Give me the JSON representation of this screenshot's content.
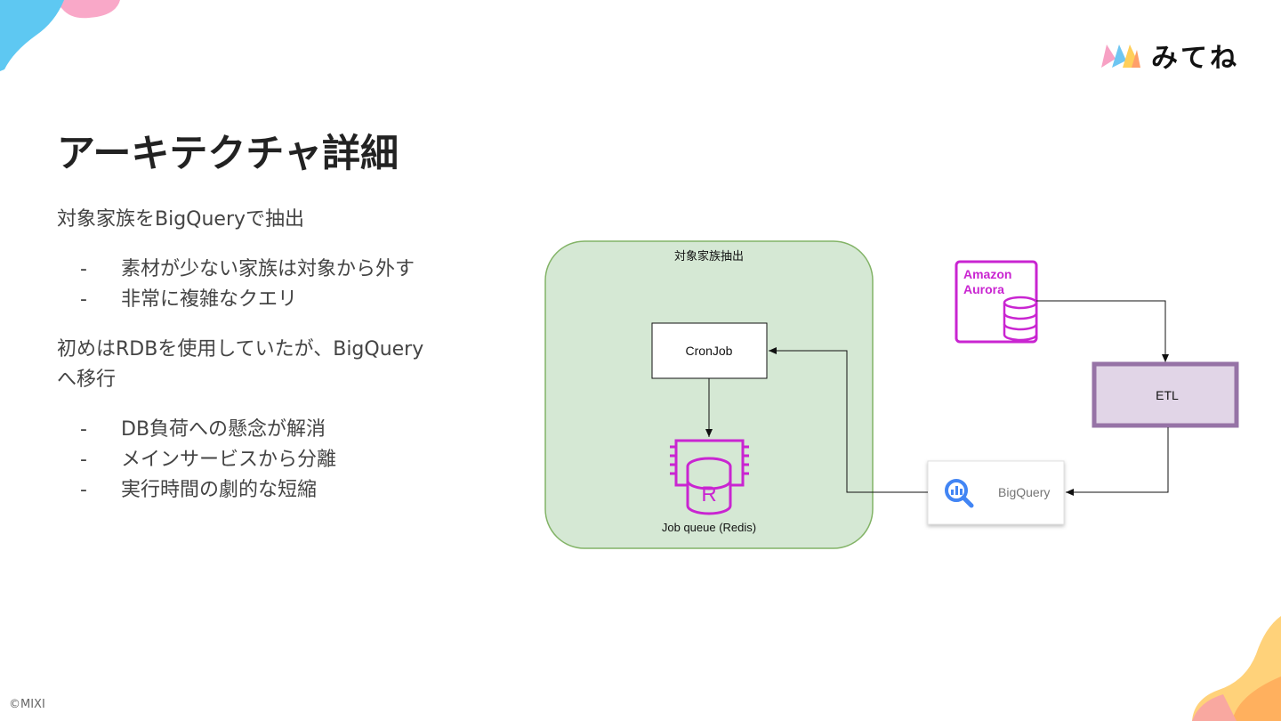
{
  "brand": {
    "logo_text": "みてね"
  },
  "slide": {
    "title": "アーキテクチャ詳細",
    "intro": "対象家族をBigQueryで抽出",
    "bullets_1": [
      {
        "dash": "-",
        "text": "素材が少ない家族は対象から外す"
      },
      {
        "dash": "-",
        "text": "非常に複雑なクエリ"
      }
    ],
    "para_2": "初めはRDBを使用していたが、BigQueryへ移行",
    "bullets_2": [
      {
        "dash": "-",
        "text": "DB負荷への懸念が解消"
      },
      {
        "dash": "-",
        "text": "メインサービスから分離"
      },
      {
        "dash": "-",
        "text": "実行時間の劇的な短縮"
      }
    ]
  },
  "diagram": {
    "group_label": "対象家族抽出",
    "cronjob_label": "CronJob",
    "redis_label": "Job queue (Redis)",
    "redis_letter": "R",
    "aurora_label_line1": "Amazon",
    "aurora_label_line2": "Aurora",
    "etl_label": "ETL",
    "bigquery_label": "BigQuery"
  },
  "footer": {
    "copyright": "©MIXI"
  },
  "colors": {
    "group_fill": "#d5e8d4",
    "group_stroke": "#82b366",
    "aws_magenta": "#c925d1",
    "etl_fill": "#e1d5e7",
    "etl_stroke": "#9673a6",
    "bigquery_blue": "#4285f4"
  }
}
